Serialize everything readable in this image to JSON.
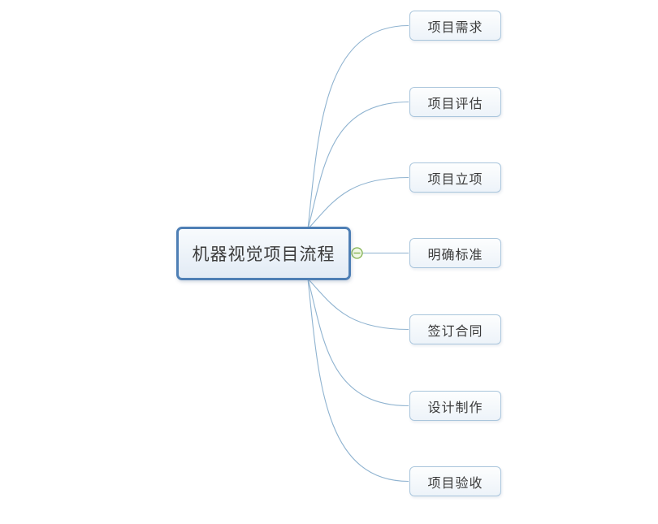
{
  "mindmap": {
    "root": {
      "label": "机器视觉项目流程"
    },
    "topics": [
      {
        "label": "项目需求"
      },
      {
        "label": "项目评估"
      },
      {
        "label": "项目立项"
      },
      {
        "label": "明确标准"
      },
      {
        "label": "签订合同"
      },
      {
        "label": "设计制作"
      },
      {
        "label": "项目验收"
      }
    ],
    "icons": {
      "collapse_icon": "−"
    },
    "colors": {
      "background": "#ffffff",
      "root_border": "#4e7fb5",
      "root_fill_top": "#f8fbfd",
      "root_fill_bottom": "#e2ebf5",
      "child_border": "#a9c5dc",
      "child_fill_top": "#fdfefe",
      "child_fill_bottom": "#edf3f9",
      "connector": "#8fb3d0",
      "collapse_green": "#7fb04c",
      "text": "#3b3b3b"
    }
  }
}
